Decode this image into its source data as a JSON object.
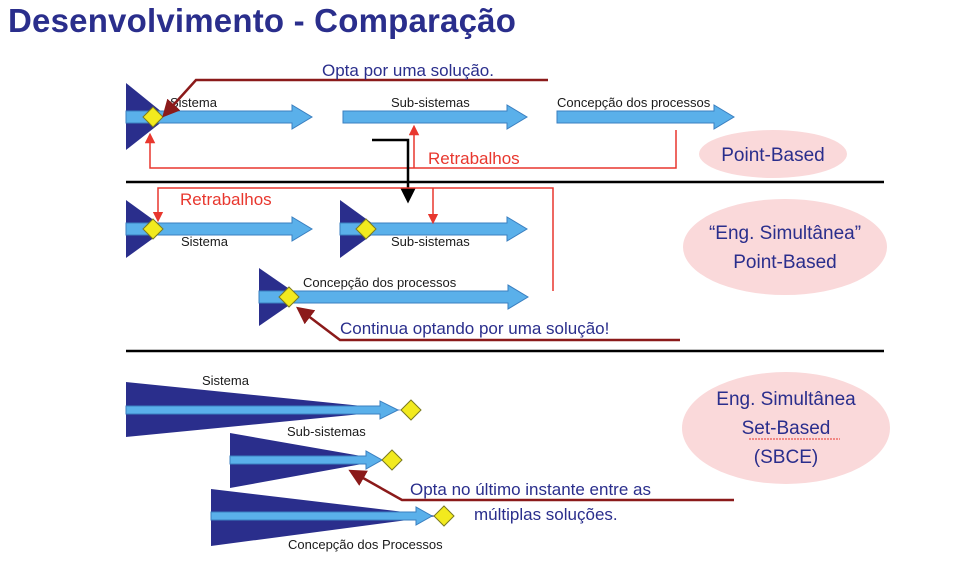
{
  "title": "Desenvolvimento - Comparação",
  "section1": {
    "note_top": "Opta por uma solução.",
    "label_sistema": "Sistema",
    "label_subsistemas": "Sub-sistemas",
    "label_concepcao": "Concepção dos processos",
    "rework": "Retrabalhos",
    "oval": "Point-Based"
  },
  "section2": {
    "rework": "Retrabalhos",
    "label_sistema": "Sistema",
    "label_subsistemas": "Sub-sistemas",
    "label_concepcao": "Concepção dos processos",
    "note_bottom": "Continua optando por uma solução!",
    "oval_line1": "“Eng. Simultânea”",
    "oval_line2": "Point-Based"
  },
  "section3": {
    "label_sistema": "Sistema",
    "label_subsistemas": "Sub-sistemas",
    "label_concepcao": "Concepção dos Processos",
    "note_line1": "Opta no último instante entre as",
    "note_line2": "múltiplas soluções.",
    "oval_line1": "Eng. Simultânea",
    "oval_line2": "Set-Based",
    "oval_line3": "(SBCE)"
  },
  "colors": {
    "navy": "#2a2e8c",
    "arrow_blue": "#5ab0ea",
    "diamond_yellow": "#f2ea1e",
    "red": "#e8372e",
    "dark_red": "#8b1a1a",
    "oval_pink": "#fad9da"
  }
}
